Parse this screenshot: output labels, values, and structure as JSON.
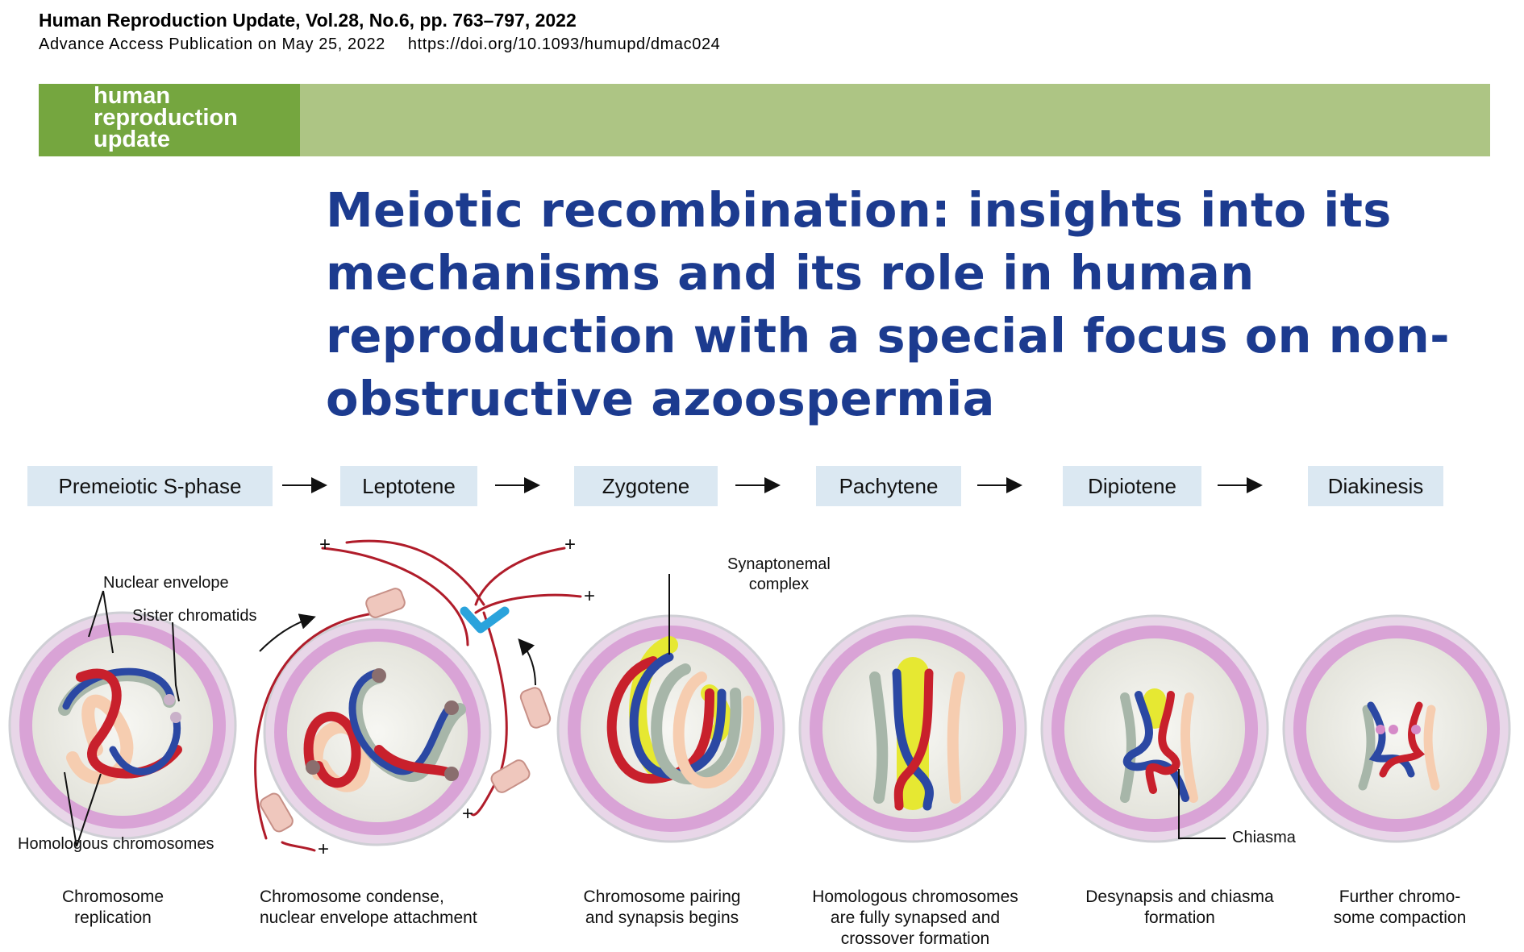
{
  "header": {
    "journal_citation": "Human Reproduction Update, Vol.28, No.6, pp. 763–797, 2022",
    "access_text": "Advance Access Publication on May 25, 2022",
    "doi": "https://doi.org/10.1093/humupd/dmac024"
  },
  "banner": {
    "logo_lines": [
      "human",
      "reproduction",
      "update"
    ],
    "colors": {
      "bar": "#adc584",
      "logo_block": "#75a63f"
    }
  },
  "title": "Meiotic recombination: insights into its mechanisms and its role in human reproduction with a special focus on non-obstructive azoospermia",
  "title_color": "#1c3b8f",
  "figure": {
    "stages": [
      "Premeiotic S-phase",
      "Leptotene",
      "Zygotene",
      "Pachytene",
      "Dipiotene",
      "Diakinesis"
    ],
    "arrow_glyph": "→",
    "labels": {
      "nuclear_envelope": "Nuclear envelope",
      "sister_chromatids": "Sister chromatids",
      "homologous_chromosomes": "Homologous chromosomes",
      "synaptonemal_complex": [
        "Synaptonemal",
        "complex"
      ],
      "chiasma": "Chiasma",
      "plus": "+"
    },
    "captions": [
      [
        "Chromosome",
        "replication"
      ],
      [
        "Chromosome condense,",
        "nuclear envelope attachment"
      ],
      [
        "Chromosome pairing",
        "and synapsis begins"
      ],
      [
        "Homologous chromosomes",
        "are fully synapsed and",
        "crossover formation"
      ],
      [
        "Desynapsis and chiasma",
        "formation"
      ],
      [
        "Further chromo-",
        "some compaction"
      ]
    ],
    "colors": {
      "nucleus_ring": "#d9a3d6",
      "nucleoplasm": "#efefe9",
      "homolog_red": "#c8202c",
      "homolog_blue": "#2b48a3",
      "chromatid_gray": "#a7b6a9",
      "chromatid_peach": "#f6cdb0",
      "synaptonemal_yellow": "#e6e832",
      "stage_box": "#dbe8f2"
    }
  }
}
